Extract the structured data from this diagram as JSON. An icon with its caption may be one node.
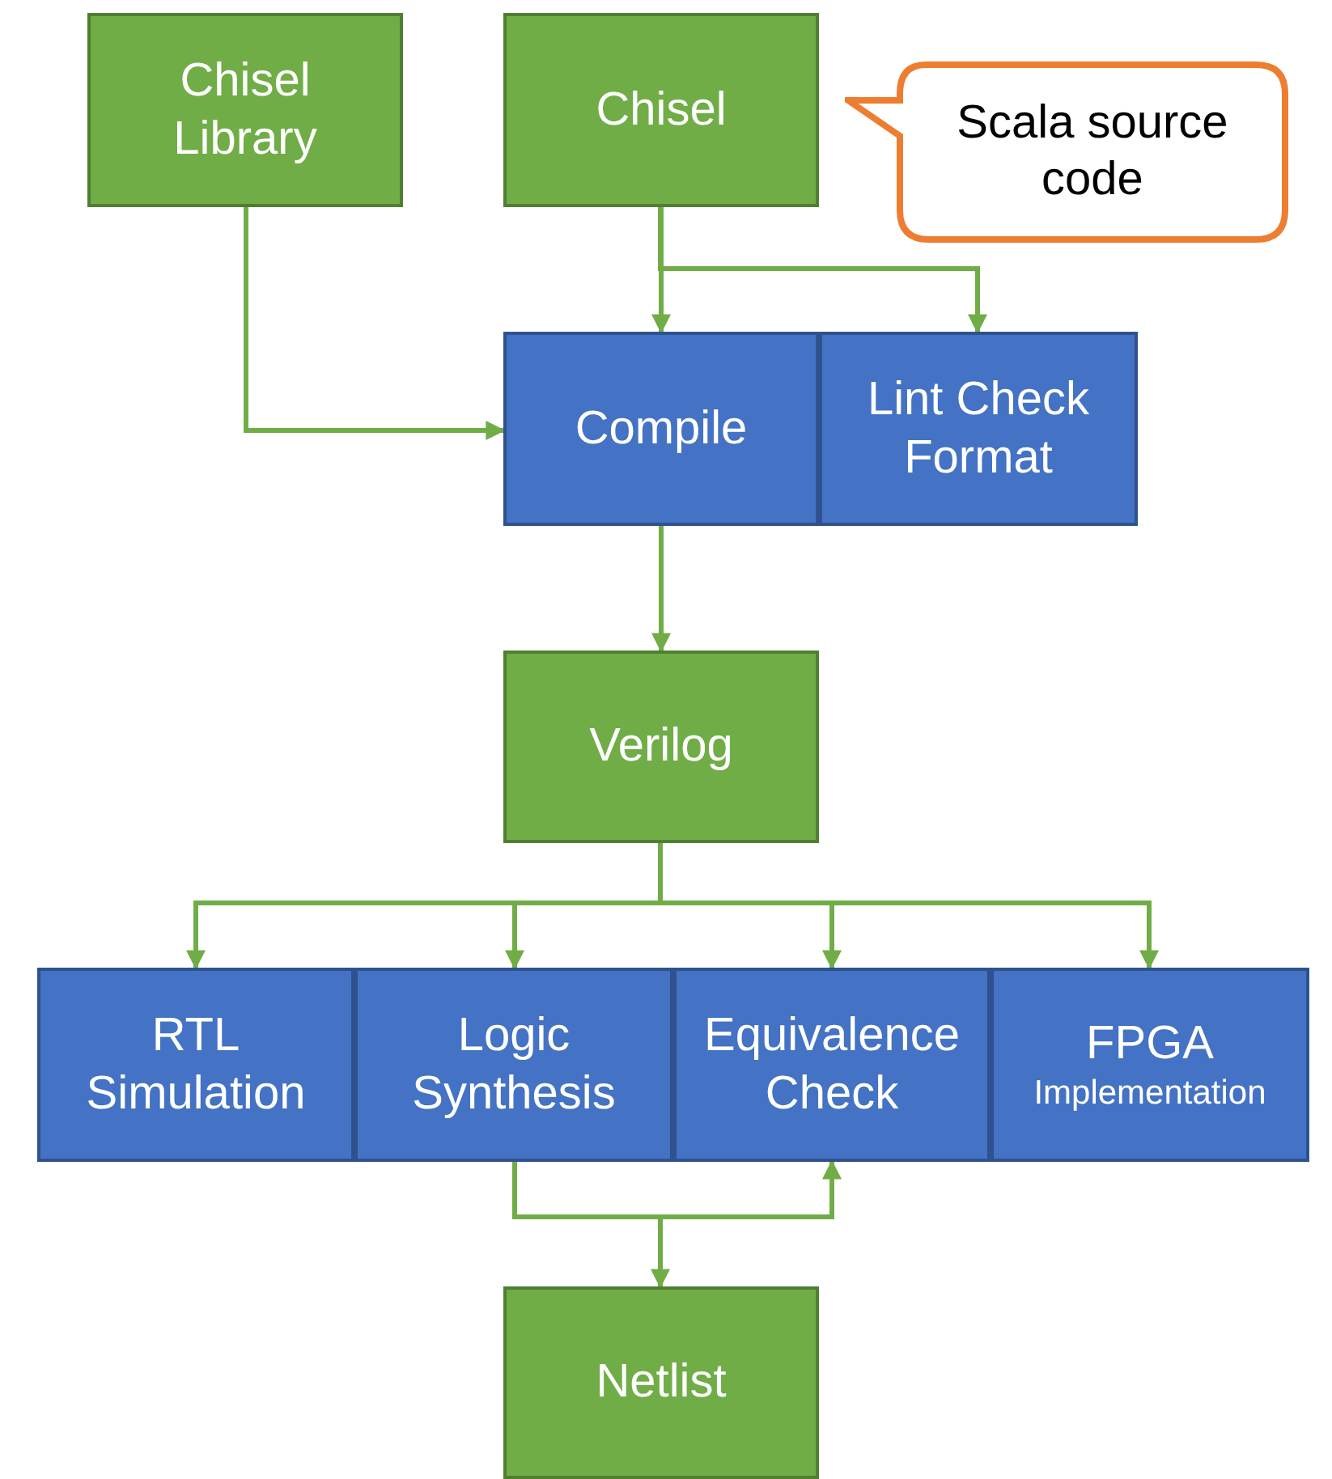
{
  "diagram": {
    "nodes": [
      {
        "text": [
          "Chisel Library"
        ]
      },
      {
        "text": [
          "Chisel"
        ]
      },
      {
        "text": [
          "Scala source code"
        ]
      },
      {
        "text": [
          "Compile"
        ]
      },
      {
        "text": [
          "Lint Check Format"
        ]
      },
      {
        "text": [
          "Verilog"
        ]
      },
      {
        "text": [
          "RTL Simulation"
        ]
      },
      {
        "text": [
          "Logic Synthesis"
        ]
      },
      {
        "text": [
          "Equivalence Check"
        ]
      },
      {
        "text": [
          "FPGA",
          "Implementation"
        ]
      },
      {
        "text": [
          "Netlist"
        ]
      }
    ],
    "edges": [
      {
        "from": 0,
        "to": 3,
        "arrow": "to"
      },
      {
        "from": 1,
        "to": 3,
        "arrow": "to"
      },
      {
        "from": 1,
        "to": 4,
        "arrow": "to"
      },
      {
        "from": 3,
        "to": 5,
        "arrow": "to"
      },
      {
        "from": 5,
        "to": 6,
        "arrow": "to"
      },
      {
        "from": 5,
        "to": 7,
        "arrow": "to"
      },
      {
        "from": 5,
        "to": 8,
        "arrow": "to"
      },
      {
        "from": 5,
        "to": 9,
        "arrow": "to"
      },
      {
        "from": 7,
        "to": 10,
        "arrow": "to"
      },
      {
        "from": 7,
        "to": 8,
        "arrow": "to"
      }
    ]
  }
}
